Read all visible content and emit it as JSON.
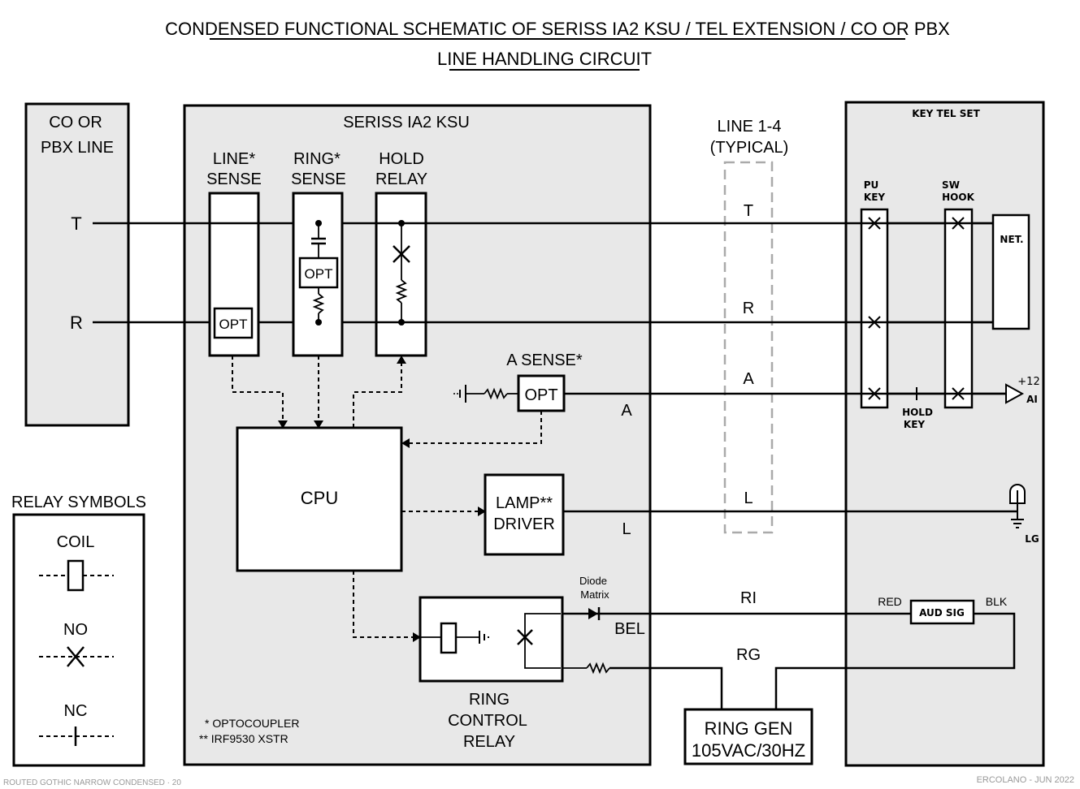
{
  "title": {
    "line1": "CONDENSED FUNCTIONAL SCHEMATIC OF SERISS IA2 KSU / TEL EXTENSION / CO OR PBX",
    "line2": "LINE HANDLING CIRCUIT"
  },
  "co_panel": {
    "label1": "CO OR",
    "label2": "PBX LINE",
    "t": "T",
    "r": "R"
  },
  "ksu": {
    "title": "SERISS IA2 KSU",
    "line_sense": {
      "l1": "LINE*",
      "l2": "SENSE",
      "opt": "OPT"
    },
    "ring_sense": {
      "l1": "RING*",
      "l2": "SENSE",
      "opt": "OPT"
    },
    "hold_relay": {
      "l1": "HOLD",
      "l2": "RELAY"
    },
    "a_sense": {
      "label": "A SENSE*",
      "opt": "OPT"
    },
    "cpu": "CPU",
    "lamp_driver": {
      "l1": "LAMP**",
      "l2": "DRIVER"
    },
    "ring_control": {
      "l1": "RING",
      "l2": "CONTROL",
      "l3": "RELAY"
    },
    "diode_matrix": {
      "l1": "Diode",
      "l2": "Matrix"
    },
    "lead_a": "A",
    "lead_l": "L",
    "lead_bel": "BEL",
    "footnote1": "* OPTOCOUPLER",
    "footnote2": "** IRF9530 XSTR"
  },
  "line_box": {
    "l1": "LINE 1-4",
    "l2": "(TYPICAL)",
    "t": "T",
    "r": "R",
    "a": "A",
    "l": "L",
    "ri": "RI",
    "rg": "RG"
  },
  "ring_gen": {
    "l1": "RING GEN",
    "l2": "105VAC/30HZ"
  },
  "key_tel": {
    "title": "KEY TEL SET",
    "pu_key": {
      "l1": "PU",
      "l2": "KEY"
    },
    "sw_hook": {
      "l1": "SW",
      "l2": "HOOK"
    },
    "net": "NET.",
    "hold_key": {
      "l1": "HOLD",
      "l2": "KEY"
    },
    "plus12": "+12",
    "ai": "AI",
    "lg": "LG",
    "aud_sig": "AUD SIG",
    "red": "RED",
    "blk": "BLK"
  },
  "relay_symbols": {
    "title": "RELAY SYMBOLS",
    "coil": "COIL",
    "no": "NO",
    "nc": "NC"
  },
  "footer_left": "ROUTED GOTHIC NARROW CONDENSED · 20",
  "footer_right": "ERCOLANO - JUN 2022"
}
